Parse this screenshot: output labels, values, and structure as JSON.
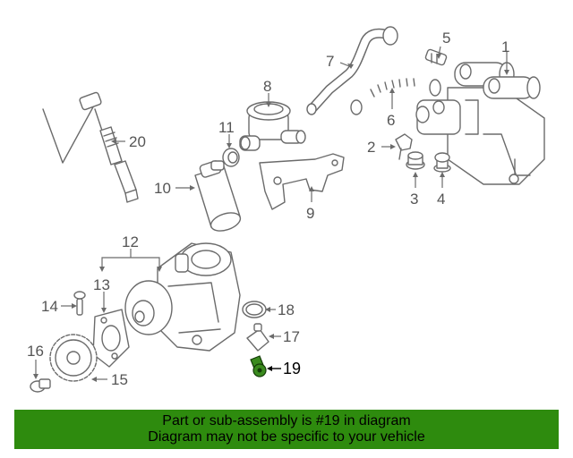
{
  "colors": {
    "banner_bg": "#2e8b0e",
    "highlight_part": "#3a8a1e",
    "line": "#6b6b6b"
  },
  "callouts": {
    "c1": "1",
    "c2": "2",
    "c3": "3",
    "c4": "4",
    "c5": "5",
    "c6": "6",
    "c7": "7",
    "c8": "8",
    "c9": "9",
    "c10": "10",
    "c11": "11",
    "c12": "12",
    "c13": "13",
    "c14": "14",
    "c15": "15",
    "c16": "16",
    "c17": "17",
    "c18": "18",
    "c19": "19",
    "c20": "20"
  },
  "highlighted_callout": "19",
  "banner": {
    "line1": "Part or sub-assembly is #19 in diagram",
    "line2": "Diagram may not be specific to your vehicle"
  }
}
